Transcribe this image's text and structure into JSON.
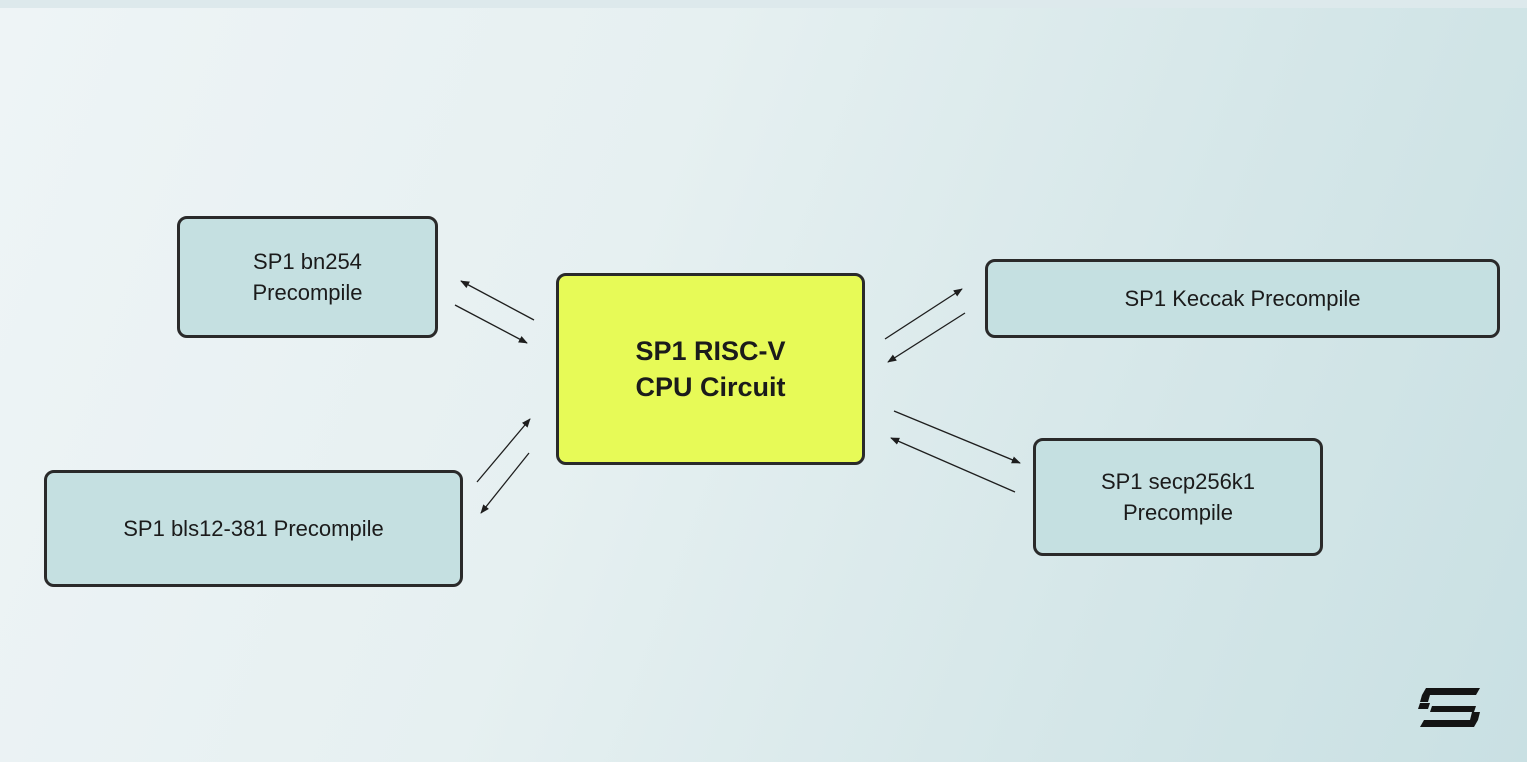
{
  "diagram": {
    "center": {
      "label": "SP1 RISC-V\nCPU Circuit"
    },
    "nodes": {
      "bn254": {
        "label": "SP1 bn254\nPrecompile"
      },
      "bls12": {
        "label": "SP1 bls12-381 Precompile"
      },
      "keccak": {
        "label": "SP1 Keccak Precompile"
      },
      "secp256k1": {
        "label": "SP1 secp256k1\nPrecompile"
      }
    },
    "edges": [
      {
        "from": "bn254",
        "to": "center",
        "direction": "bidirectional"
      },
      {
        "from": "bls12",
        "to": "center",
        "direction": "bidirectional"
      },
      {
        "from": "keccak",
        "to": "center",
        "direction": "bidirectional"
      },
      {
        "from": "secp256k1",
        "to": "center",
        "direction": "bidirectional"
      }
    ]
  },
  "colors": {
    "center_fill": "#e7fa57",
    "node_fill": "#c5e0e1",
    "border": "#2a2a2a",
    "arrow": "#1e1e1e"
  },
  "logo": {
    "icon": "succinct-logo-icon"
  }
}
